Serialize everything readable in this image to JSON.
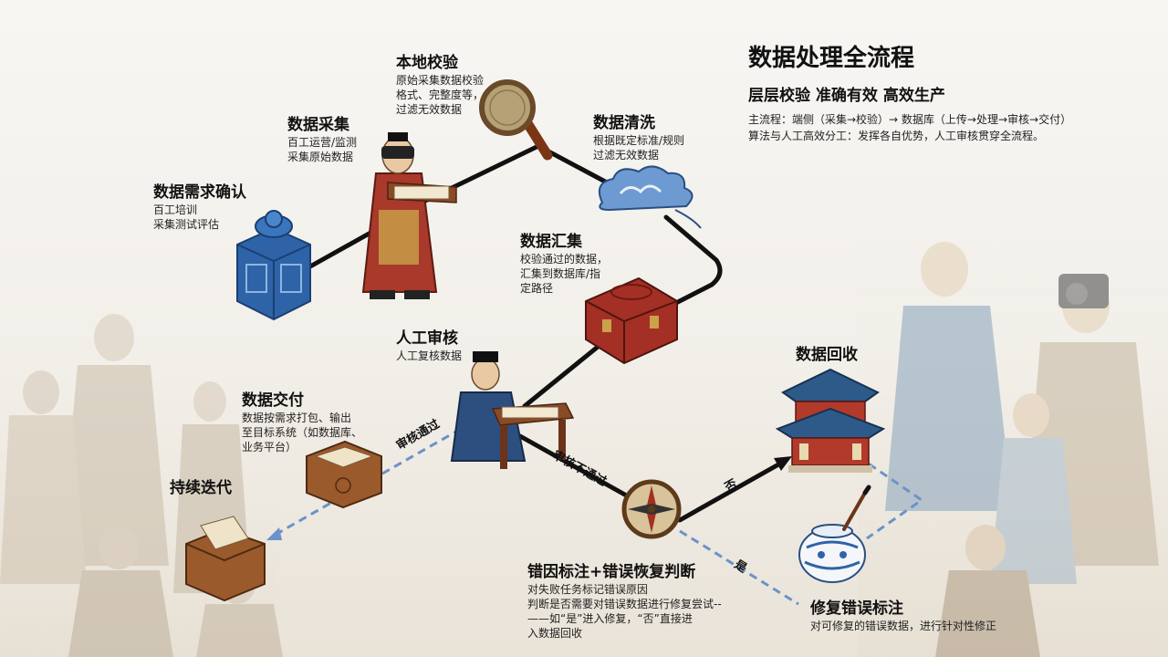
{
  "header": {
    "title": "数据处理全流程",
    "subtitle": "层层校验 准确有效 高效生产",
    "notes": [
      "主流程：端侧（采集→校验）→ 数据库（上传→处理→审核→交付）",
      "算法与人工高效分工：发挥各自优势，人工审核贯穿全流程。"
    ]
  },
  "steps": {
    "requirement": {
      "title": "数据需求确认",
      "desc": [
        "百工培训",
        "采集测试评估"
      ],
      "icon": "jade-seal-icon"
    },
    "collection": {
      "title": "数据采集",
      "desc": [
        "百工运营/监测",
        "采集原始数据"
      ],
      "icon": "scholar-vr-icon"
    },
    "local_check": {
      "title": "本地校验",
      "desc": [
        "原始采集数据校验",
        "格式、完整度等，",
        "过滤无效数据"
      ],
      "icon": "magnifier-icon"
    },
    "cleaning": {
      "title": "数据清洗",
      "desc": [
        "根据既定标准/规则",
        "过滤无效数据"
      ],
      "icon": "cloud-icon"
    },
    "aggregation": {
      "title": "数据汇集",
      "desc": [
        "校验通过的数据，",
        "汇集到数据库/指",
        "定路径"
      ],
      "icon": "treasure-chest-icon"
    },
    "manual_review": {
      "title": "人工审核",
      "desc": [
        "人工复核数据"
      ],
      "icon": "reviewer-icon"
    },
    "delivery": {
      "title": "数据交付",
      "desc": [
        "数据按需求打包、输出",
        "至目标系统（如数据库、",
        "业务平台）"
      ],
      "icon": "scroll-box-icon"
    },
    "iteration": {
      "title": "持续迭代",
      "desc": [],
      "icon": "book-box-icon"
    },
    "error_mark": {
      "title": "错因标注+错误恢复判断",
      "desc": [
        "对失败任务标记错误原因",
        "判断是否需要对错误数据进行修复尝试--",
        "——如“是”进入修复，“否”直接进",
        "入数据回收"
      ],
      "icon": "compass-icon"
    },
    "recycle": {
      "title": "数据回收",
      "desc": [],
      "icon": "pavilion-icon"
    },
    "repair": {
      "title": "修复错误标注",
      "desc": [
        "对可修复的错误数据，进行针对性修正"
      ],
      "icon": "porcelain-jar-icon"
    }
  },
  "path_labels": {
    "review_pass": "审核通过",
    "review_fail": "审核不通过",
    "no": "否",
    "yes": "是"
  },
  "colors": {
    "path": "#111111",
    "dashed": "#6b93c9",
    "robe_red": "#a8392b",
    "jade_blue": "#2e63a8",
    "chest_red": "#a42f24"
  }
}
